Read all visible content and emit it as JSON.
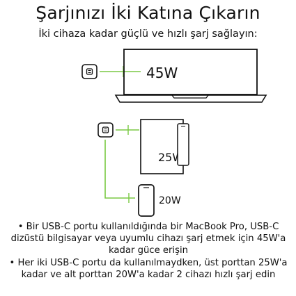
{
  "header": {
    "title": "Şarjınızı İki Katına Çıkarın",
    "subtitle": "İki cihaza kadar güçlü ve hızlı şarj sağlayın:"
  },
  "diagram": {
    "laptop_watt": "45W",
    "tablet_watt": "25W",
    "phone_watt": "20W",
    "accent_color": "#7ac943",
    "line_color": "#111111"
  },
  "bullets": [
    "• Bir USB-C portu kullanıldığında bir MacBook Pro, USB-C dizüstü bilgisayar veya uyumlu cihazı şarj etmek için 45W'a kadar güce erişin",
    "• Her iki USB-C portu da kullanılmaydken, üst porttan 25W'a kadar ve alt porttan 20W'a kadar 2 cihazı hızlı şarj edin"
  ]
}
